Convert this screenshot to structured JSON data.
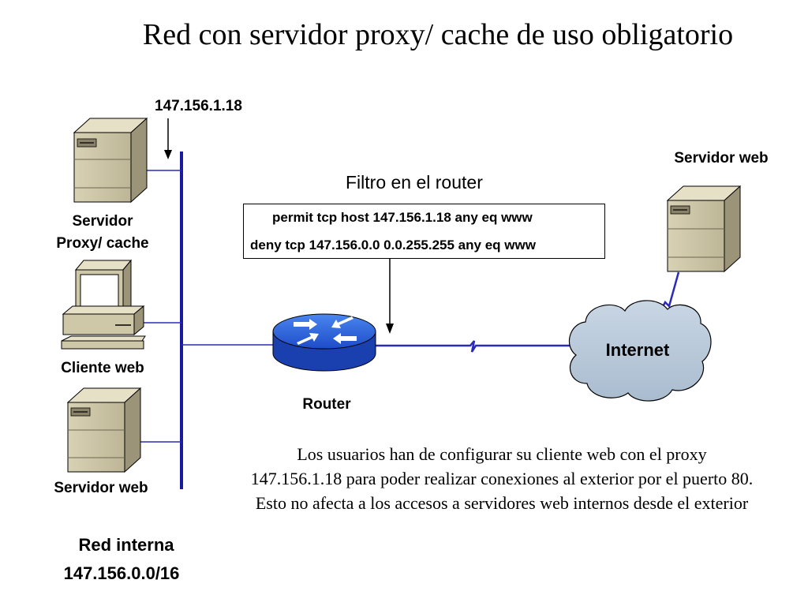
{
  "title": "Red con servidor proxy/ cache de uso obligatorio",
  "proxy_ip_label": "147.156.1.18",
  "nodes": {
    "proxy_server_line1": "Servidor",
    "proxy_server_line2": "Proxy/ cache",
    "web_client": "Cliente web",
    "internal_web_server": "Servidor web",
    "external_web_server": "Servidor web",
    "router": "Router",
    "internet": "Internet"
  },
  "router_filter": {
    "title": "Filtro en el router",
    "rules": [
      "permit tcp host 147.156.1.18 any eq www",
      "deny tcp 147.156.0.0 0.0.255.255 any eq www"
    ]
  },
  "internal_network": {
    "label": "Red interna",
    "address": "147.156.0.0/16"
  },
  "note": "Los usuarios han de configurar su cliente web con el proxy 147.156.1.18 para poder realizar conexiones al exterior por el puerto 80. Esto no afecta a los accesos a servidores web internos desde el exterior",
  "colors": {
    "bus_line": "#1a1aa0",
    "link_line": "#2b2bb8",
    "router_body": "#1f4fd0",
    "server_body": "#cfc8a8",
    "cloud_fill": "#b8c8d8"
  }
}
